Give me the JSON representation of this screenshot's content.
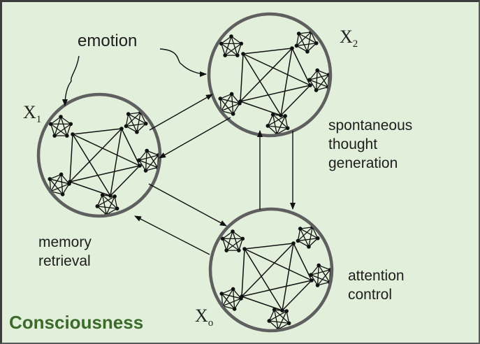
{
  "title": "Consciousness",
  "colors": {
    "background": "#e1efdb",
    "title": "#3b6a2a",
    "circle": "#5f5f5f",
    "network": "#111111"
  },
  "labels": {
    "emotion": "emotion",
    "spontaneous": [
      "spontaneous",
      "thought",
      "generation"
    ],
    "memory": [
      "memory",
      "retrieval"
    ],
    "attention": [
      "attention",
      "control"
    ]
  },
  "nodes": [
    {
      "id": "x1",
      "symbol": "X",
      "subscript": "1",
      "function": "memory retrieval"
    },
    {
      "id": "x2",
      "symbol": "X",
      "subscript": "2",
      "function": "spontaneous thought generation"
    },
    {
      "id": "x0",
      "symbol": "X",
      "subscript": "o",
      "function": "attention control"
    }
  ],
  "edges": [
    {
      "from": "x1",
      "to": "x2"
    },
    {
      "from": "x2",
      "to": "x1"
    },
    {
      "from": "x2",
      "to": "x0"
    },
    {
      "from": "x0",
      "to": "x2"
    },
    {
      "from": "x1",
      "to": "x0"
    },
    {
      "from": "x0",
      "to": "x1"
    },
    {
      "from": "emotion",
      "to": "x1"
    },
    {
      "from": "emotion",
      "to": "x2"
    }
  ]
}
